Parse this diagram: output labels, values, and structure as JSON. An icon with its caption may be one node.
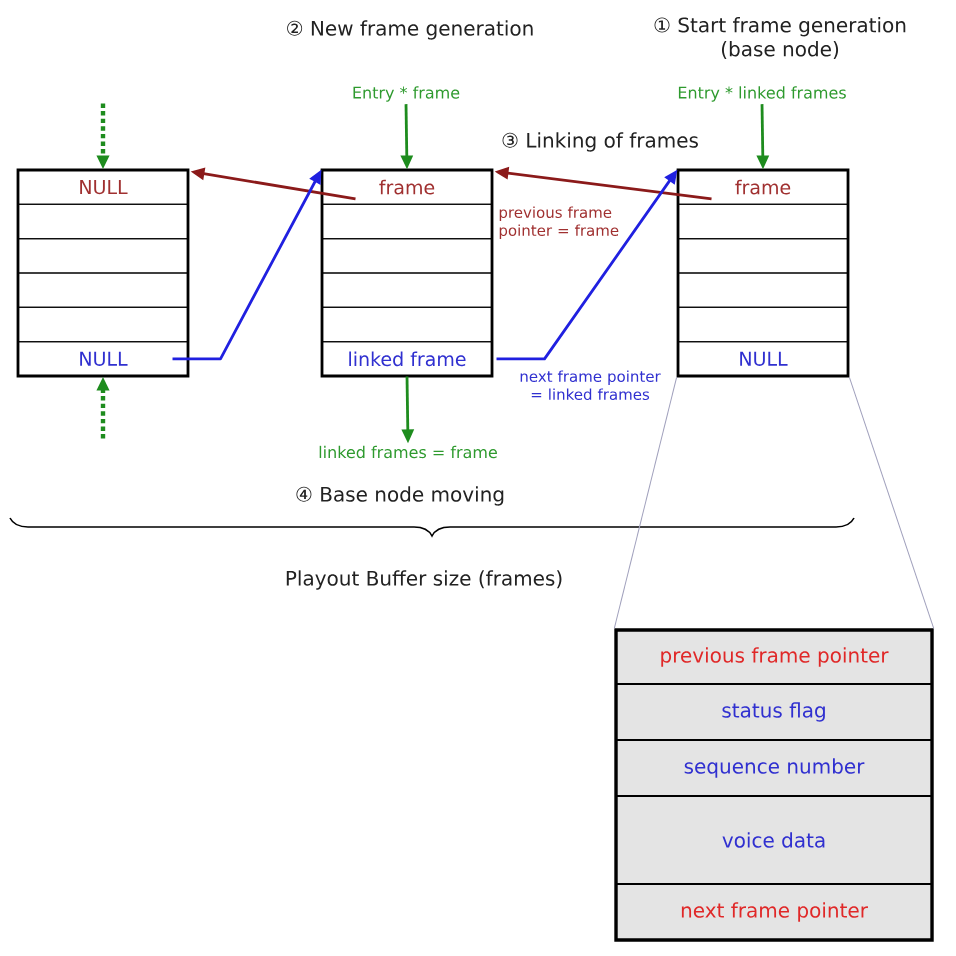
{
  "diagram": {
    "nodes": [
      {
        "text": [
          "Entry * frame"
        ]
      },
      {
        "text": [
          "Entry * linked frames"
        ]
      },
      {
        "text": [],
        "shape": "box"
      },
      {
        "text": [
          "NULL"
        ],
        "in": 2
      },
      {
        "text": [],
        "shape": "box",
        "in": 2
      },
      {
        "text": [],
        "shape": "box",
        "in": 2
      },
      {
        "text": [],
        "shape": "box",
        "in": 2
      },
      {
        "text": [],
        "shape": "box",
        "in": 2
      },
      {
        "text": [
          "NULL"
        ],
        "in": 2
      },
      {
        "text": [],
        "shape": "box"
      },
      {
        "text": [
          "frame"
        ],
        "in": 9
      },
      {
        "text": [],
        "shape": "box",
        "in": 9
      },
      {
        "text": [],
        "shape": "box",
        "in": 9
      },
      {
        "text": [],
        "shape": "box",
        "in": 9
      },
      {
        "text": [],
        "shape": "box",
        "in": 9
      },
      {
        "text": [
          "linked frame"
        ],
        "in": 9
      },
      {
        "text": [],
        "shape": "box"
      },
      {
        "text": [
          "frame"
        ],
        "in": 16
      },
      {
        "text": [],
        "shape": "box",
        "in": 16
      },
      {
        "text": [],
        "shape": "box",
        "in": 16
      },
      {
        "text": [],
        "shape": "box",
        "in": 16
      },
      {
        "text": [],
        "shape": "box",
        "in": 16
      },
      {
        "text": [
          "NULL"
        ],
        "in": 16
      },
      {
        "text": [
          "linked frames = frame"
        ]
      },
      {
        "text": [],
        "shape": "box"
      },
      {
        "text": [
          "previous frame pointer"
        ],
        "in": 24
      },
      {
        "text": [
          "status flag"
        ],
        "in": 24
      },
      {
        "text": [
          "sequence number"
        ],
        "in": 24
      },
      {
        "text": [
          "voice data"
        ],
        "in": 24
      },
      {
        "text": [
          "next frame pointer"
        ],
        "in": 24
      }
    ],
    "edges": [
      {
        "from": 0,
        "to": 10,
        "arrow": "to",
        "color": "#1e8c1e"
      },
      {
        "from": 1,
        "to": 17,
        "arrow": "to",
        "color": "#1e8c1e"
      },
      {
        "from": null,
        "to": 3,
        "arrow": "to",
        "style": "dashed",
        "color": "#1e8c1e"
      },
      {
        "from": null,
        "to": 8,
        "arrow": "to",
        "style": "dashed",
        "color": "#1e8c1e"
      },
      {
        "from": 10,
        "to": 3,
        "arrow": "to",
        "color": "#8b1a1a"
      },
      {
        "from": 17,
        "to": 10,
        "arrow": "to",
        "color": "#8b1a1a",
        "label": "previous frame pointer = frame"
      },
      {
        "from": 8,
        "to": 10,
        "arrow": "to",
        "color": "#2020e0"
      },
      {
        "from": 15,
        "to": 17,
        "arrow": "to",
        "color": "#2020e0",
        "label": "next frame pointer = linked frames"
      },
      {
        "from": 15,
        "to": 23,
        "arrow": "to",
        "color": "#1e8c1e"
      },
      {
        "from": 16,
        "to": 24,
        "arrow": "none",
        "color": "#a0a0bc"
      },
      {
        "from": 16,
        "to": 24,
        "arrow": "none",
        "color": "#a0a0bc"
      }
    ],
    "labels": [
      "② New frame generation",
      "① Start frame generation (base node)",
      "③ Linking of frames",
      "④ Base node moving",
      "Playout Buffer size (frames)"
    ]
  }
}
